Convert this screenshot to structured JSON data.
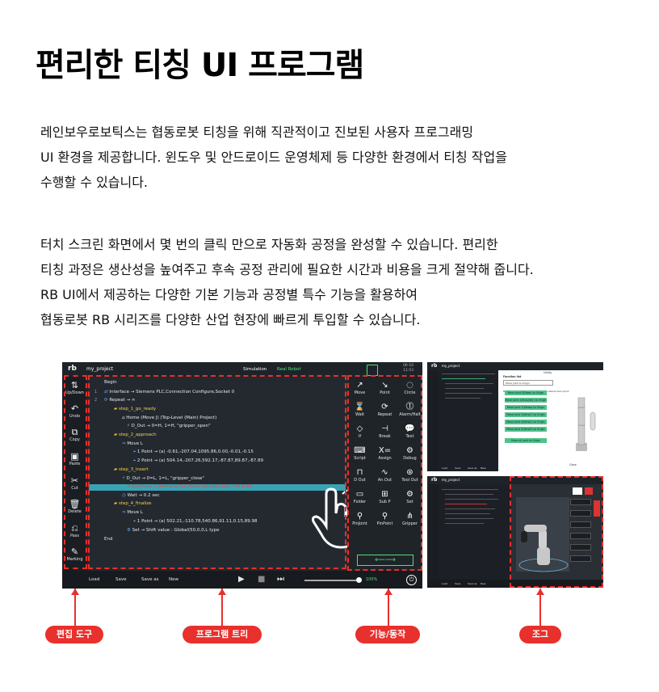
{
  "title": "편리한 티칭 UI 프로그램",
  "paragraph1": [
    "레인보우로보틱스는 협동로봇 티칭을 위해 직관적이고 진보된 사용자 프로그래밍",
    "UI 환경을 제공합니다. 윈도우 및 안드로이드 운영체제 등 다양한 환경에서 티칭 작업을",
    "수행할 수 있습니다."
  ],
  "paragraph2": [
    "터치 스크린 화면에서 몇 번의 클릭 만으로 자동화 공정을 완성할 수 있습니다. 편리한",
    "티칭 과정은 생산성을 높여주고 후속 공정 관리에 필요한 시간과 비용을 크게 절약해 줍니다.",
    "RB UI에서 제공하는 다양한 기본 기능과 공정별 특수 기능을 활용하여",
    "협동로봇 RB 시리즈를 다양한 산업 현장에 빠르게 투입할 수 있습니다."
  ],
  "app": {
    "logo": "rb",
    "project": "my_project",
    "mode_sim": "Simulation",
    "mode_real": "Real Robot",
    "time_1": "06-10",
    "time_2": "11:53",
    "tools": [
      "Up/Down",
      "Undo",
      "Copy",
      "Paste",
      "Cut",
      "Delete",
      "Pass",
      "Marking"
    ],
    "tree": [
      {
        "num": "",
        "text": "Begin"
      },
      {
        "num": "1",
        "text": "Interface → Siemens PLC,Connection Configure,Socket 0"
      },
      {
        "num": "2",
        "text": "Repeat → ∞"
      },
      {
        "num": "",
        "text": "step_1_go_ready"
      },
      {
        "num": "",
        "text": "Home (Move J) (Top-Level (Main) Project)"
      },
      {
        "num": "",
        "text": "D_Out → 0=H, 1=H, \"gripper_open\""
      },
      {
        "num": "",
        "text": "step_2_approach"
      },
      {
        "num": "",
        "text": "Move L"
      },
      {
        "num": "",
        "text": "1 Point → (a) -0.61,-207.04,1095.86,0.00,-0.01,-0.15"
      },
      {
        "num": "",
        "text": "2 Point → (a) 504.14,-207.26,592.17,-87.87,89.87,-87.89"
      },
      {
        "num": "",
        "text": "step_3_insert"
      },
      {
        "num": "",
        "text": "D_Out → 0=L, 1=L, \"gripper_close\""
      },
      {
        "num": "",
        "text": "Interface → Siemens PLC,Write Variable,100 → M.W.89"
      },
      {
        "num": "",
        "text": "Wait → 0.2 sec"
      },
      {
        "num": "",
        "text": "step_4_finalize"
      },
      {
        "num": "",
        "text": "Move L"
      },
      {
        "num": "",
        "text": "1 Point → (a) 502.21,-110.78,540.86,91.11,0.15,89.98"
      },
      {
        "num": "",
        "text": "Set → Shift value : Global(50,0,0,L type"
      },
      {
        "num": "",
        "text": "End"
      }
    ],
    "functions": [
      "Move",
      "Point",
      "Circle",
      "Wait",
      "Repeat",
      "Alarm/Halt",
      "If",
      "Break",
      "Text",
      "Script",
      "Assign",
      "Debug",
      "D Out",
      "An.Out",
      "Tool Out",
      "Folder",
      "Sub P",
      "Set",
      "PinJoint",
      "PinPoint",
      "Gripper"
    ],
    "bottom": [
      "Load",
      "Save",
      "Save as",
      "New"
    ],
    "speed": "100%"
  },
  "utility": {
    "project": "my_project",
    "header": "Utility",
    "function_list_label": "Function list",
    "selected": "Move Joint to Origin",
    "prompt": "Move each part of the robot arm to the desired zero point.",
    "buttons": [
      "Move Joint 0(Base) to Origin",
      "Move Joint 1(Shoulder) to Origin",
      "Move Joint 2(Elbow) to Origin",
      "Move Joint 3(Wrist1) to Origin",
      "Move Joint 4(Wrist2) to Origin",
      "Move Joint 5(Wrist3) to Origin",
      "Move all joint to Origin"
    ],
    "close": "Close"
  },
  "labels": {
    "edit_tools": "편집 도구",
    "program_tree": "프로그램 트리",
    "functions": "기능/동작",
    "jog": "조그"
  },
  "colors": {
    "accent_red": "#e8302c",
    "accent_green": "#4ee07a"
  }
}
